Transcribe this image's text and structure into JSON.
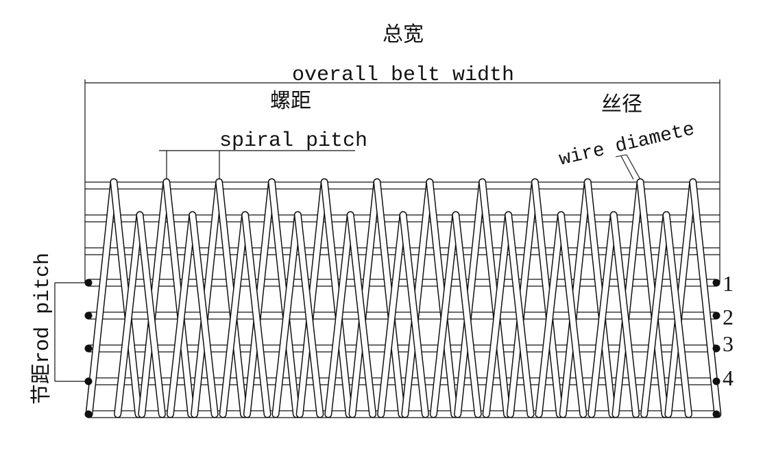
{
  "labels": {
    "overall_width_cn": "总宽",
    "overall_width_en": "overall belt width",
    "spiral_pitch_cn": "螺距",
    "spiral_pitch_en": "spiral pitch",
    "wire_diameter_cn": "丝径",
    "wire_diameter_en": "wire diamete",
    "rod_pitch_cn": "节距",
    "rod_pitch_en": "rod pitch"
  },
  "rod_numbers": [
    "1",
    "2",
    "3",
    "4"
  ],
  "colors": {
    "line": "#111111",
    "background": "#ffffff"
  }
}
